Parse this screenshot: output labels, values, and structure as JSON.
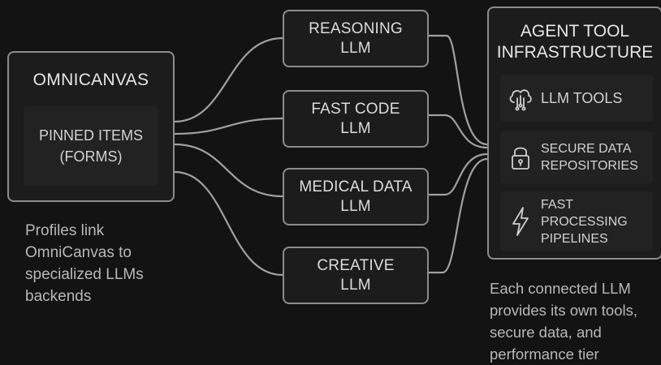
{
  "omnicanvas": {
    "title": "OMNICANVAS",
    "pinned_line1": "PINNED ITEMS",
    "pinned_line2": "(FORMS)"
  },
  "llms": [
    {
      "line1": "REASONING",
      "line2": "LLM"
    },
    {
      "line1": "FAST CODE",
      "line2": "LLM"
    },
    {
      "line1": "MEDICAL DATA",
      "line2": "LLM"
    },
    {
      "line1": "CREATIVE",
      "line2": "LLM"
    }
  ],
  "infrastructure": {
    "title_line1": "AGENT TOOL",
    "title_line2": "INFRASTRUCTURE",
    "items": [
      {
        "icon": "cloud-circuit-icon",
        "lines": [
          "LLM TOOLS"
        ]
      },
      {
        "icon": "lock-icon",
        "lines": [
          "SECURE DATA",
          "REPOSITORIES"
        ]
      },
      {
        "icon": "lightning-icon",
        "lines": [
          "FAST",
          "PROCESSING",
          "PIPELINES"
        ]
      }
    ]
  },
  "notes": {
    "left": [
      "Profiles link",
      "OmniCanvas to",
      "specialized LLMs",
      "backends"
    ],
    "right": [
      "Each connected LLM",
      "provides its own tools,",
      "secure data, and",
      "performance tier"
    ]
  },
  "colors": {
    "background": "#131313",
    "border": "#8c8c8c",
    "connector": "#a0a0a0",
    "text": "#dcdcdc"
  }
}
